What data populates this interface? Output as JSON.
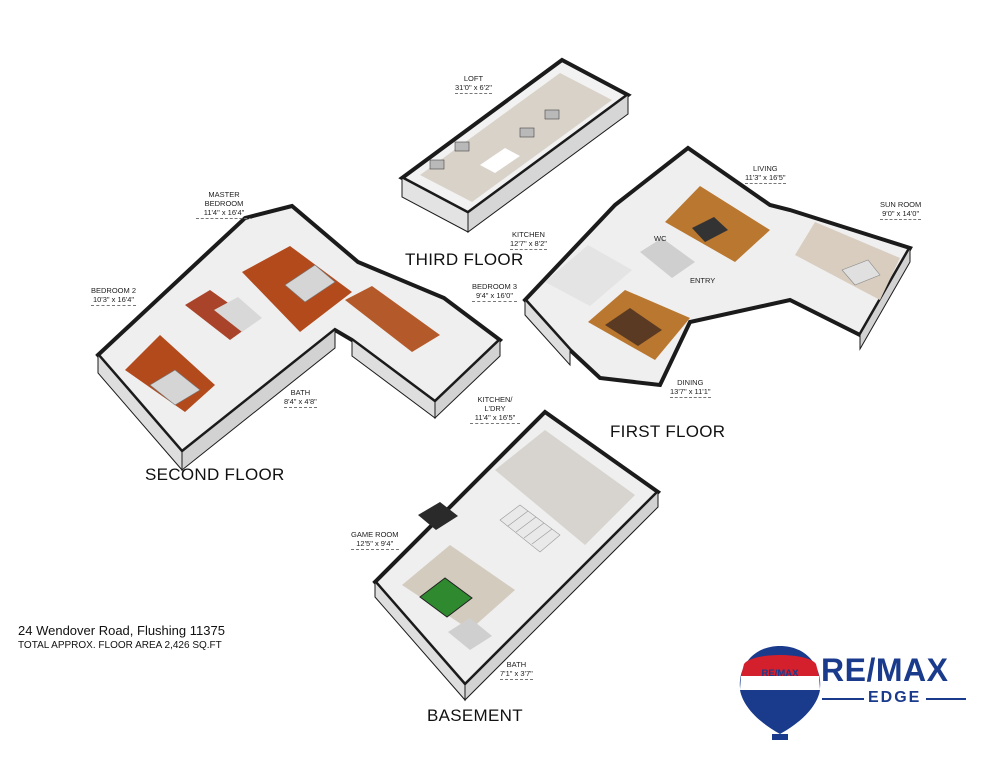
{
  "floors": {
    "third": "THIRD FLOOR",
    "second": "SECOND FLOOR",
    "first": "FIRST FLOOR",
    "basement": "BASEMENT"
  },
  "rooms": {
    "loft": {
      "name": "LOFT",
      "dim": "31'0\" x 6'2\""
    },
    "master": {
      "name": "MASTER BEDROOM",
      "dim": "11'4\" x 16'4\""
    },
    "bedroom2": {
      "name": "BEDROOM 2",
      "dim": "10'3\" x 16'4\""
    },
    "bedroom3": {
      "name": "BEDROOM 3",
      "dim": "9'4\" x 16'0\""
    },
    "bath2": {
      "name": "BATH",
      "dim": "8'4\" x 4'8\""
    },
    "kitchen": {
      "name": "KITCHEN",
      "dim": "12'7\" x 8'2\""
    },
    "living": {
      "name": "LIVING",
      "dim": "11'3\" x 16'5\""
    },
    "sunroom": {
      "name": "SUN ROOM",
      "dim": "9'0\" x 14'0\""
    },
    "dining": {
      "name": "DINING",
      "dim": "13'7\" x 11'1\""
    },
    "wc": "WC",
    "entry": "ENTRY",
    "kitchen_ldry": {
      "name": "KITCHEN/ L'DRY",
      "dim": "11'4\" x 16'5\""
    },
    "gameroom": {
      "name": "GAME ROOM",
      "dim": "12'5\" x 9'4\""
    },
    "bathb": {
      "name": "BATH",
      "dim": "7'1\" x 3'7\""
    }
  },
  "property": {
    "address": "24 Wendover Road, Flushing 11375",
    "area": "TOTAL APPROX. FLOOR AREA 2,426 SQ.FT"
  },
  "brand": {
    "balloon_text": "RE/MAX",
    "name": "RE/MAX",
    "sub": "EDGE",
    "colors": {
      "blue": "#1a3a8c",
      "red": "#d4202c"
    }
  }
}
